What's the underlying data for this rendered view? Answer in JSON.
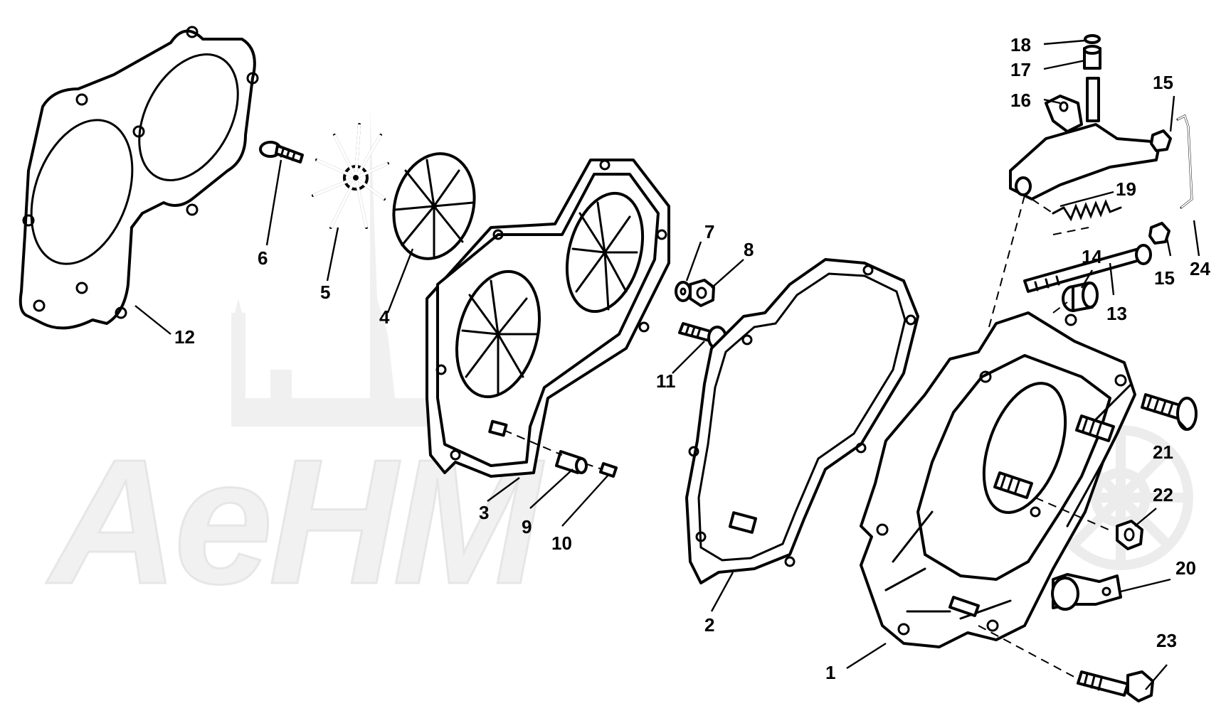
{
  "watermark": {
    "text": "AeHM"
  },
  "callouts": [
    {
      "id": "1",
      "label": "1"
    },
    {
      "id": "2",
      "label": "2"
    },
    {
      "id": "3",
      "label": "3"
    },
    {
      "id": "4",
      "label": "4"
    },
    {
      "id": "5",
      "label": "5"
    },
    {
      "id": "6",
      "label": "6"
    },
    {
      "id": "7",
      "label": "7"
    },
    {
      "id": "8",
      "label": "8"
    },
    {
      "id": "9",
      "label": "9"
    },
    {
      "id": "10",
      "label": "10"
    },
    {
      "id": "11",
      "label": "11"
    },
    {
      "id": "12",
      "label": "12"
    },
    {
      "id": "13",
      "label": "13"
    },
    {
      "id": "14",
      "label": "14"
    },
    {
      "id": "15a",
      "label": "15"
    },
    {
      "id": "15b",
      "label": "15"
    },
    {
      "id": "16",
      "label": "16"
    },
    {
      "id": "17",
      "label": "17"
    },
    {
      "id": "18",
      "label": "18"
    },
    {
      "id": "19",
      "label": "19"
    },
    {
      "id": "20",
      "label": "20"
    },
    {
      "id": "21",
      "label": "21"
    },
    {
      "id": "22",
      "label": "22"
    },
    {
      "id": "23",
      "label": "23"
    },
    {
      "id": "24",
      "label": "24"
    }
  ]
}
